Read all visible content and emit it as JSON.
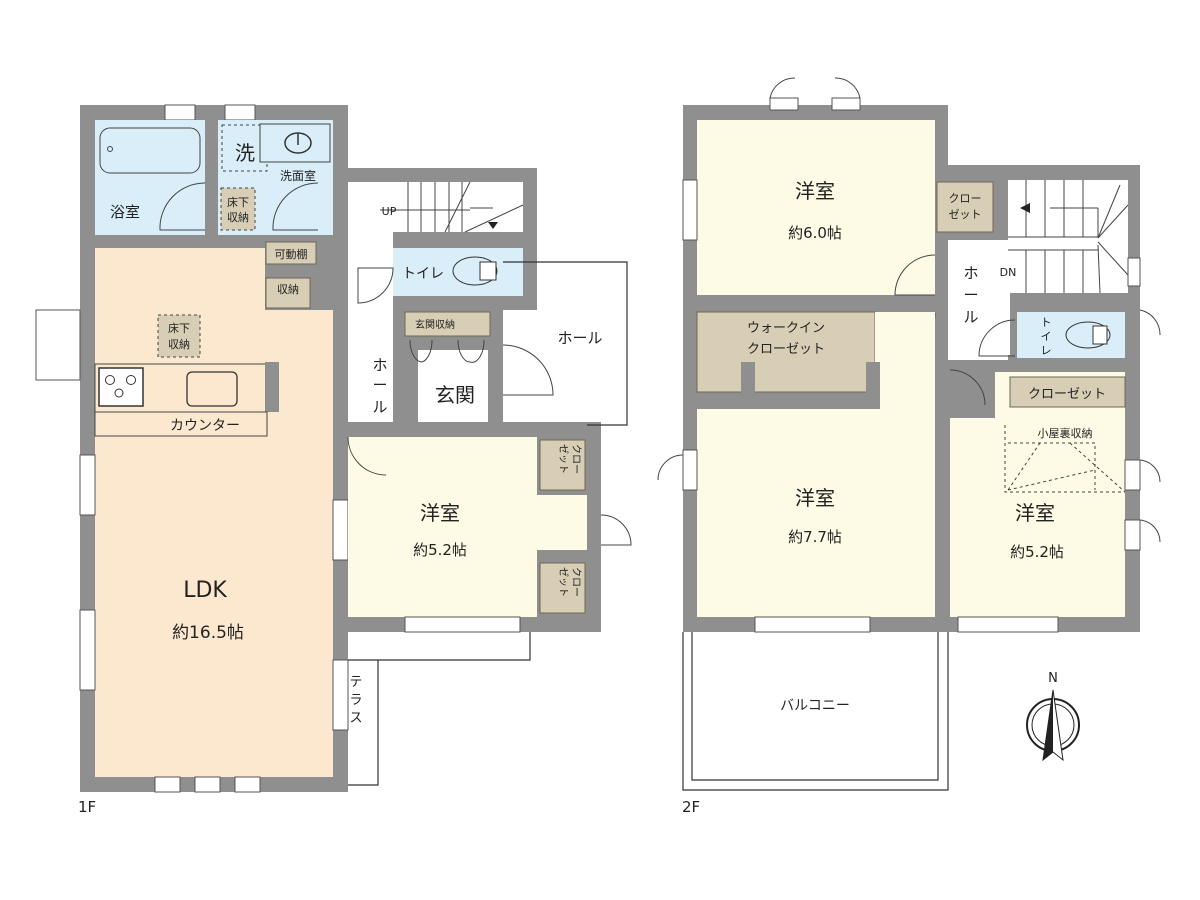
{
  "floor1": {
    "label": "1F",
    "bathroom": "浴室",
    "washer": "洗",
    "washroom": "洗面室",
    "underfloor_storage_1": [
      "床下",
      "収納"
    ],
    "movable_shelf": "可動棚",
    "storage": "収納",
    "underfloor_storage_2": [
      "床下",
      "収納"
    ],
    "counter": "カウンター",
    "ldk_name": "LDK",
    "ldk_size": "約16.5帖",
    "stairs_up": "UP",
    "toilet": "トイレ",
    "entrance_storage": "玄関収納",
    "hall_vertical": [
      "ホ",
      "ー",
      "ル"
    ],
    "hall_right": "ホール",
    "entrance": "玄関",
    "western_room_name": "洋室",
    "western_room_size": "約5.2帖",
    "closet_top": [
      "クロー",
      "ゼット"
    ],
    "closet_bottom": [
      "クロー",
      "ゼット"
    ],
    "terrace": [
      "テ",
      "ラ",
      "ス"
    ]
  },
  "floor2": {
    "label": "2F",
    "room_a_name": "洋室",
    "room_a_size": "約6.0帖",
    "closet_small": [
      "クロー",
      "ゼット"
    ],
    "stairs_down": "DN",
    "hall_vertical": [
      "ホ",
      "ー",
      "ル"
    ],
    "walk_in_closet": [
      "ウォークイン",
      "クローゼット"
    ],
    "toilet_vertical": [
      "ト",
      "イ",
      "レ"
    ],
    "closet": "クローゼット",
    "attic_storage": "小屋裏収納",
    "room_b_name": "洋室",
    "room_b_size": "約7.7帖",
    "room_c_name": "洋室",
    "room_c_size": "約5.2帖",
    "balcony": "バルコニー"
  },
  "compass": {
    "north": "N"
  },
  "colors": {
    "wall": "#8f8f8f",
    "wet_area": "#d9eef8",
    "ldk": "#fce8cf",
    "room": "#fdfbe5",
    "storage": "#d8ceb6"
  }
}
